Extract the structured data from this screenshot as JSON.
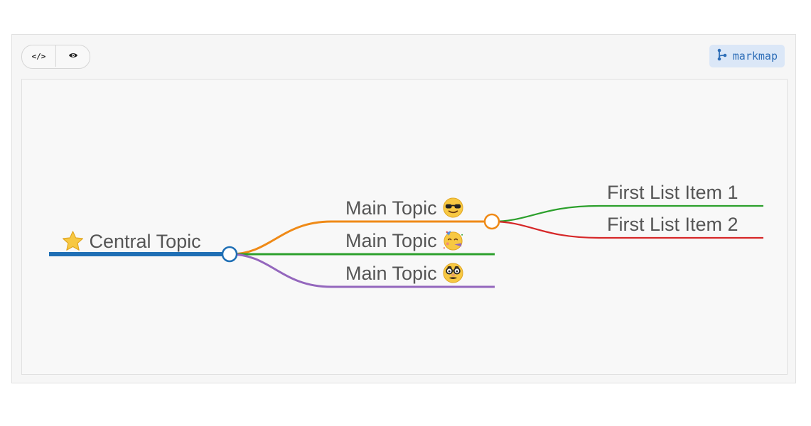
{
  "toolbar": {
    "code_view": {
      "icon": "code-icon",
      "glyph": "</>"
    },
    "preview_view": {
      "icon": "eye-icon"
    }
  },
  "brand": {
    "label": "markmap",
    "icon": "branch-icon"
  },
  "mindmap": {
    "root": {
      "label": "Central Topic",
      "emoji": "star-emoji",
      "color": "#1f6fb5"
    },
    "main_topics": [
      {
        "label": "Main Topic",
        "emoji": "sunglasses-face-emoji",
        "color": "#ef8a17"
      },
      {
        "label": "Main Topic",
        "emoji": "partying-face-emoji",
        "color": "#2ca02c"
      },
      {
        "label": "Main Topic",
        "emoji": "disguised-face-emoji",
        "color": "#9467bd"
      }
    ],
    "sub_items": [
      {
        "label": "First List Item 1",
        "color": "#2ca02c"
      },
      {
        "label": "First List Item 2",
        "color": "#d62728"
      }
    ]
  }
}
